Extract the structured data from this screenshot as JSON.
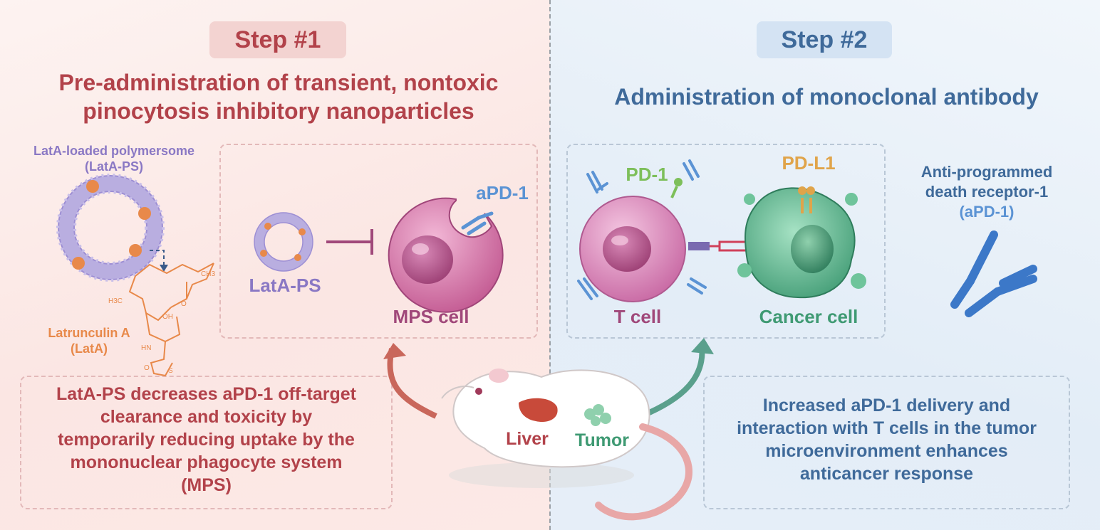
{
  "step1": {
    "pill": "Step #1",
    "heading_line1": "Pre-administration of transient, nontoxic",
    "heading_line2": "pinocytosis inhibitory nanoparticles",
    "polymersome_label_line1": "LatA-loaded polymersome",
    "polymersome_label_line2": "(LatA-PS)",
    "latrunculin_line1": "Latrunculin A",
    "latrunculin_line2": "(LatA)",
    "latps_label": "LatA-PS",
    "apd1_label": "aPD-1",
    "mps_label": "MPS cell",
    "summary_lines": [
      "LatA-PS decreases aPD-1 off-target",
      "clearance and toxicity by",
      "temporarily reducing uptake by the",
      "mononuclear phagocyte system",
      "(MPS)"
    ]
  },
  "step2": {
    "pill": "Step #2",
    "heading": "Administration of monoclonal antibody",
    "pd1_label": "PD-1",
    "pdl1_label": "PD-L1",
    "tcell_label": "T cell",
    "cancer_label": "Cancer cell",
    "antibody_line1": "Anti-programmed",
    "antibody_line2": "death receptor-1",
    "antibody_line3": "(aPD-1)",
    "summary_lines": [
      "Increased aPD-1 delivery and",
      "interaction with T cells in the tumor",
      "microenvironment enhances",
      "anticancer response"
    ]
  },
  "mouse": {
    "liver_label": "Liver",
    "tumor_label": "Tumor"
  },
  "chem": {
    "ch3_top": "CH3",
    "h3c_left": "H3C",
    "oh": "OH",
    "hn": "HN",
    "o_ring": "O",
    "o_carbonyl": "O",
    "s": "S"
  },
  "colors": {
    "step1_red": "#b2424a",
    "step2_blue": "#3f6a9a",
    "polymersome_purple": "#8a78c4",
    "latA_orange": "#e8894a",
    "mps_pink": "#c35a92",
    "cancer_green": "#3f9a73",
    "pd1_green": "#7dbf5a",
    "apd1_blue": "#5b93d4"
  }
}
